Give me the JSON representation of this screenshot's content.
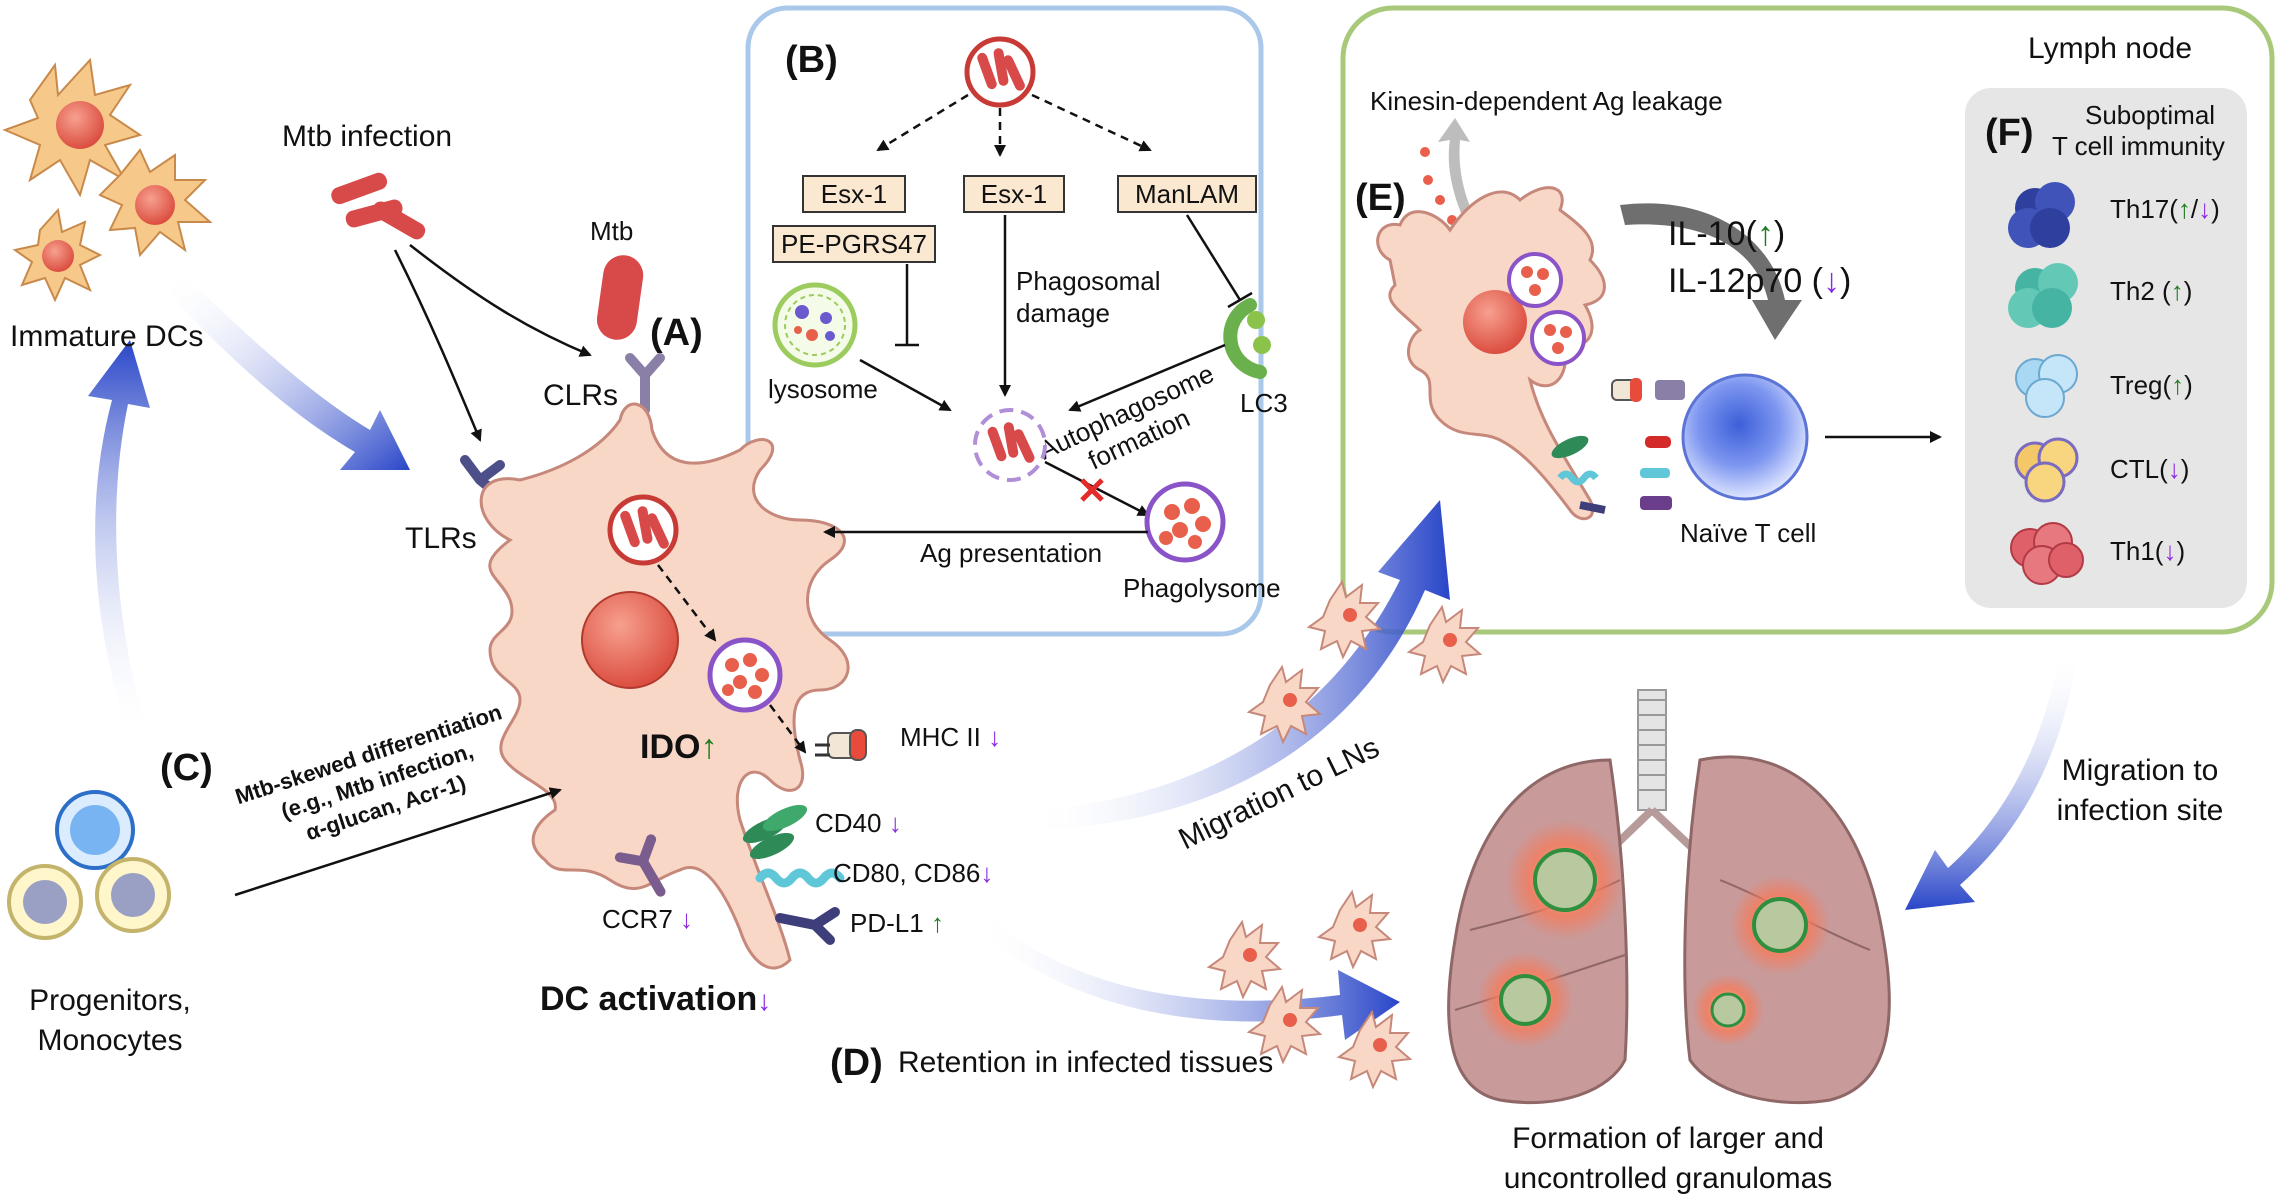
{
  "panels": {
    "A": "(A)",
    "B": "(B)",
    "C": "(C)",
    "D": "(D)",
    "E": "(E)",
    "F": "(F)"
  },
  "left": {
    "immature_dcs": "Immature DCs",
    "mtb_infection": "Mtb infection",
    "mtb": "Mtb",
    "clrs": "CLRs",
    "tlrs": "TLRs",
    "progenitors_line1": "Progenitors,",
    "progenitors_line2": "Monocytes",
    "mtb_skewed_line1": "Mtb-skewed differentiation",
    "mtb_skewed_line2": "(e.g., Mtb infection,",
    "mtb_skewed_line3": "α-glucan, Acr-1)"
  },
  "dc": {
    "ido": "IDO",
    "mhc2": "MHC II",
    "cd40": "CD40",
    "cd80_cd86": "CD80, CD86",
    "pdl1": "PD-L1",
    "ccr7": "CCR7",
    "activation": "DC activation"
  },
  "panel_b": {
    "esx1_a": "Esx-1",
    "pe_pgrs47": "PE-PGRS47",
    "esx1_b": "Esx-1",
    "manlam": "ManLAM",
    "phagosomal_line1": "Phagosomal",
    "phagosomal_line2": "damage",
    "lysosome": "lysosome",
    "autophagosome_line1": "Autophagosome",
    "autophagosome_line2": "formation",
    "lc3": "LC3",
    "ag_presentation": "Ag presentation",
    "phagolysome": "Phagolysome"
  },
  "panel_e": {
    "lymph_node": "Lymph node",
    "kinesin": "Kinesin-dependent Ag leakage",
    "il10": "IL-10(",
    "il12": "IL-12p70 (",
    "close_paren": ")",
    "naive_t": "Naïve T cell"
  },
  "panel_f": {
    "title_line1": "Suboptimal",
    "title_line2": "T cell immunity",
    "th17": "Th17(",
    "slash": "/",
    "close": ")",
    "th2": "Th2 (",
    "treg": "Treg(",
    "ctl": "CTL(",
    "th1": "Th1("
  },
  "bottom": {
    "migration_lns": "Migration to LNs",
    "retention": "Retention in infected tissues",
    "migration_site_line1": "Migration to",
    "migration_site_line2": "infection site",
    "granuloma_line1": "Formation of larger and",
    "granuloma_line2": "uncontrolled granulomas"
  },
  "arrows": {
    "up": "↑",
    "down": "↓"
  },
  "colors": {
    "up_arrow": "#1e7a1e",
    "down_arrow": "#8a2be2",
    "blue_arrow": "#2845c8",
    "panel_b_border": "#a9c8ea",
    "panel_e_border": "#a9c97a",
    "panel_f_bg": "#e6e6e6",
    "dc_body": "#f8d7c7",
    "nucleus": "#e8604c",
    "mtb_red": "#d84a4a",
    "box_fill": "#fbe8d0"
  }
}
